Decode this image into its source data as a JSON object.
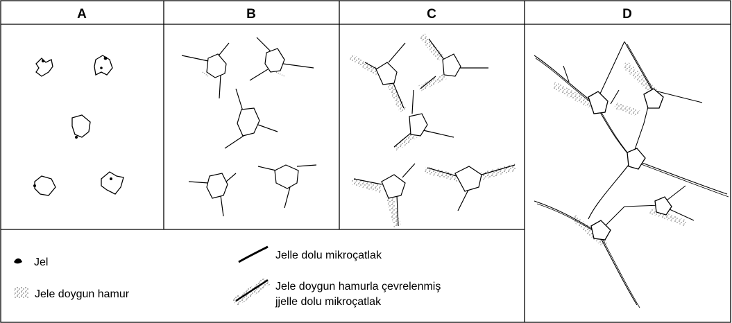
{
  "panels": [
    {
      "id": "A",
      "label": "A"
    },
    {
      "id": "B",
      "label": "B"
    },
    {
      "id": "C",
      "label": "C"
    },
    {
      "id": "D",
      "label": "D"
    }
  ],
  "legend": {
    "gel": "Jel",
    "saturated_paste": "Jele doygun hamur",
    "gel_filled_microcrack": "Jelle dolu mikroçatlak",
    "surrounded_microcrack_line1": "Jele doygun hamurla çevrelenmiş",
    "surrounded_microcrack_line2": "jjelle dolu mikroçatlak"
  },
  "colors": {
    "ink": "#000000",
    "background": "#ffffff",
    "stipple": "#555555"
  }
}
